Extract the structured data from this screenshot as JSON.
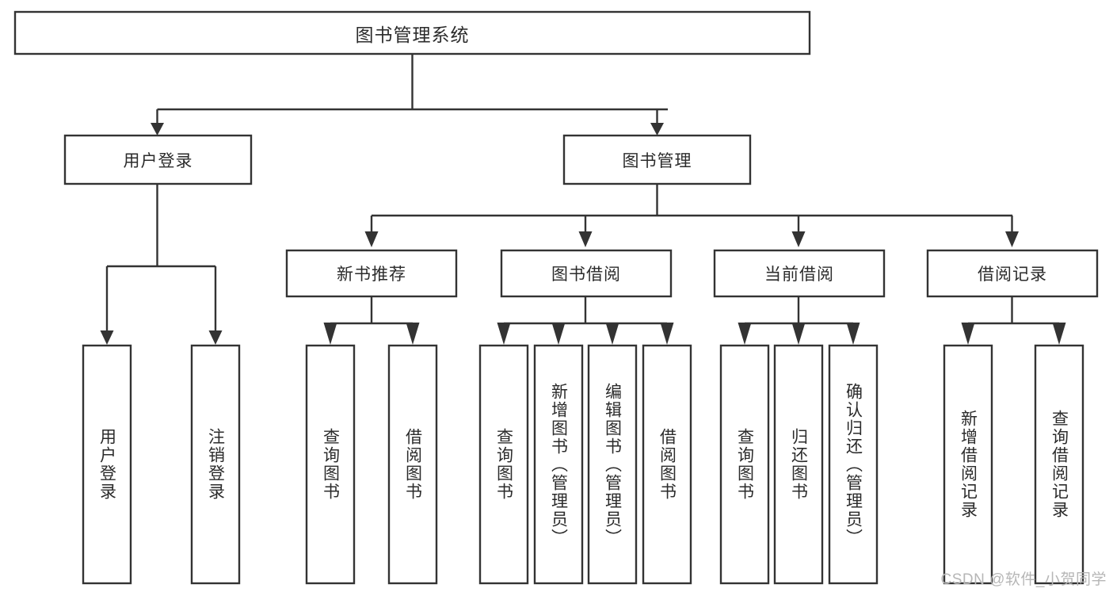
{
  "diagram": {
    "type": "tree",
    "title": "图书管理系统",
    "orientation": "top-down",
    "colors": {
      "stroke": "#333333",
      "fill": "#ffffff",
      "text": "#2b2b2b",
      "watermark": "#b6b6b6"
    },
    "levels": {
      "root": "图书管理系统",
      "level2": [
        "用户登录",
        "图书管理"
      ],
      "level3": [
        "新书推荐",
        "图书借阅",
        "当前借阅",
        "借阅记录"
      ]
    },
    "nodes": {
      "root": {
        "label": "图书管理系统"
      },
      "user_login": {
        "label": "用户登录"
      },
      "book_manage": {
        "label": "图书管理"
      },
      "new_book_rec": {
        "label": "新书推荐"
      },
      "book_borrow": {
        "label": "图书借阅"
      },
      "current_borrow": {
        "label": "当前借阅"
      },
      "borrow_record": {
        "label": "借阅记录"
      },
      "leaf_01": {
        "label": "用户登录"
      },
      "leaf_02": {
        "label": "注销登录"
      },
      "leaf_03": {
        "label": "查询图书"
      },
      "leaf_04": {
        "label": "借阅图书"
      },
      "leaf_05": {
        "label": "查询图书"
      },
      "leaf_06": {
        "label": "新增图书（管理员）"
      },
      "leaf_07": {
        "label": "编辑图书（管理员）"
      },
      "leaf_08": {
        "label": "借阅图书"
      },
      "leaf_09": {
        "label": "查询图书"
      },
      "leaf_10": {
        "label": "归还图书"
      },
      "leaf_11": {
        "label": "确认归还（管理员）"
      },
      "leaf_12": {
        "label": "新增借阅记录"
      },
      "leaf_13": {
        "label": "查询借阅记录"
      }
    },
    "edges": [
      {
        "from": "root",
        "to": "user_login"
      },
      {
        "from": "root",
        "to": "book_manage"
      },
      {
        "from": "user_login",
        "to": "leaf_01"
      },
      {
        "from": "user_login",
        "to": "leaf_02"
      },
      {
        "from": "book_manage",
        "to": "new_book_rec"
      },
      {
        "from": "book_manage",
        "to": "book_borrow"
      },
      {
        "from": "book_manage",
        "to": "current_borrow"
      },
      {
        "from": "book_manage",
        "to": "borrow_record"
      },
      {
        "from": "new_book_rec",
        "to": "leaf_03"
      },
      {
        "from": "new_book_rec",
        "to": "leaf_04"
      },
      {
        "from": "book_borrow",
        "to": "leaf_05"
      },
      {
        "from": "book_borrow",
        "to": "leaf_06"
      },
      {
        "from": "book_borrow",
        "to": "leaf_07"
      },
      {
        "from": "book_borrow",
        "to": "leaf_08"
      },
      {
        "from": "current_borrow",
        "to": "leaf_09"
      },
      {
        "from": "current_borrow",
        "to": "leaf_10"
      },
      {
        "from": "current_borrow",
        "to": "leaf_11"
      },
      {
        "from": "borrow_record",
        "to": "leaf_12"
      },
      {
        "from": "borrow_record",
        "to": "leaf_13"
      }
    ]
  },
  "watermark": {
    "text": "CSDN @软件_小贺同学"
  }
}
